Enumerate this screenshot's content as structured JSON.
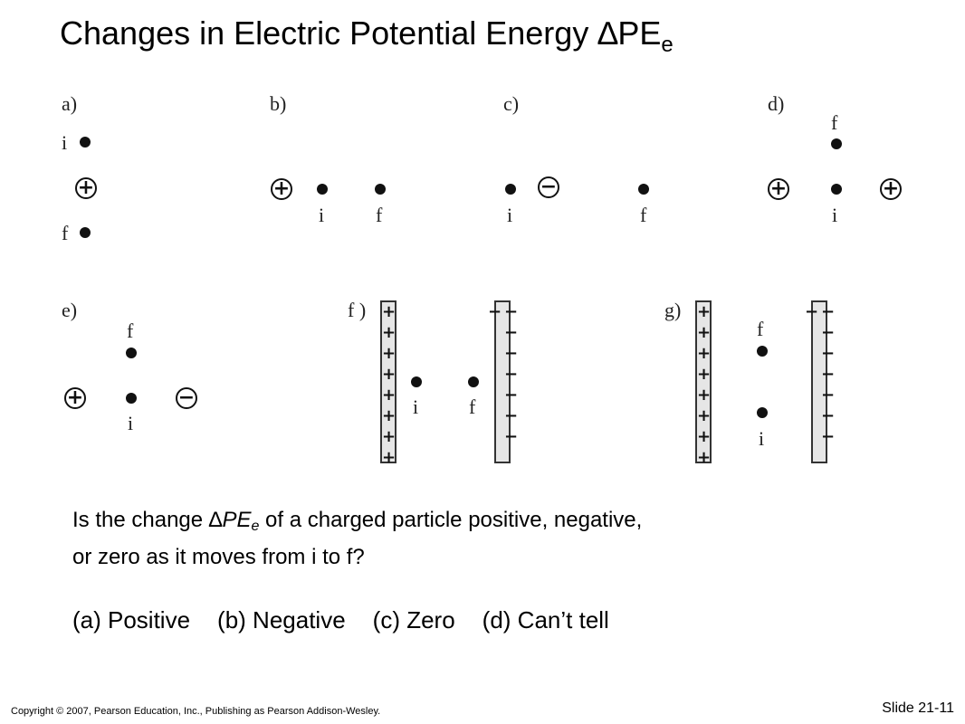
{
  "title": {
    "text": "Changes in Electric Potential Energy ∆PE",
    "sub": "e"
  },
  "panels": {
    "a": {
      "label": "a)",
      "i": "i",
      "f": "f",
      "charge": "+"
    },
    "b": {
      "label": "b)",
      "i": "i",
      "f": "f",
      "charge": "+"
    },
    "c": {
      "label": "c)",
      "i": "i",
      "f": "f",
      "charge": "−"
    },
    "d": {
      "label": "d)",
      "i": "i",
      "f": "f",
      "charge_left": "+",
      "charge_right": "+"
    },
    "e": {
      "label": "e)",
      "i": "i",
      "f": "f",
      "charge_left": "+",
      "charge_right": "−"
    },
    "f": {
      "label": "f )",
      "i": "i",
      "f": "f",
      "plate_pos": "++++++++",
      "plate_neg": "−−−−−−−−"
    },
    "g": {
      "label": "g)",
      "i": "i",
      "f": "f",
      "plate_pos": "++++++++",
      "plate_neg": "−−−−−−−−"
    }
  },
  "question": {
    "part1": "Is the change ∆",
    "pe": "PE",
    "pe_sub": "e",
    "part2": " of a charged particle positive, negative,",
    "line2": "or zero as it moves from i to f?"
  },
  "answers": [
    "(a) Positive",
    "(b) Negative",
    "(c) Zero",
    "(d) Can’t tell"
  ],
  "footer": {
    "copyright": "Copyright © 2007, Pearson Education, Inc., Publishing as Pearson Addison-Wesley.",
    "slide": "Slide 21-11"
  }
}
